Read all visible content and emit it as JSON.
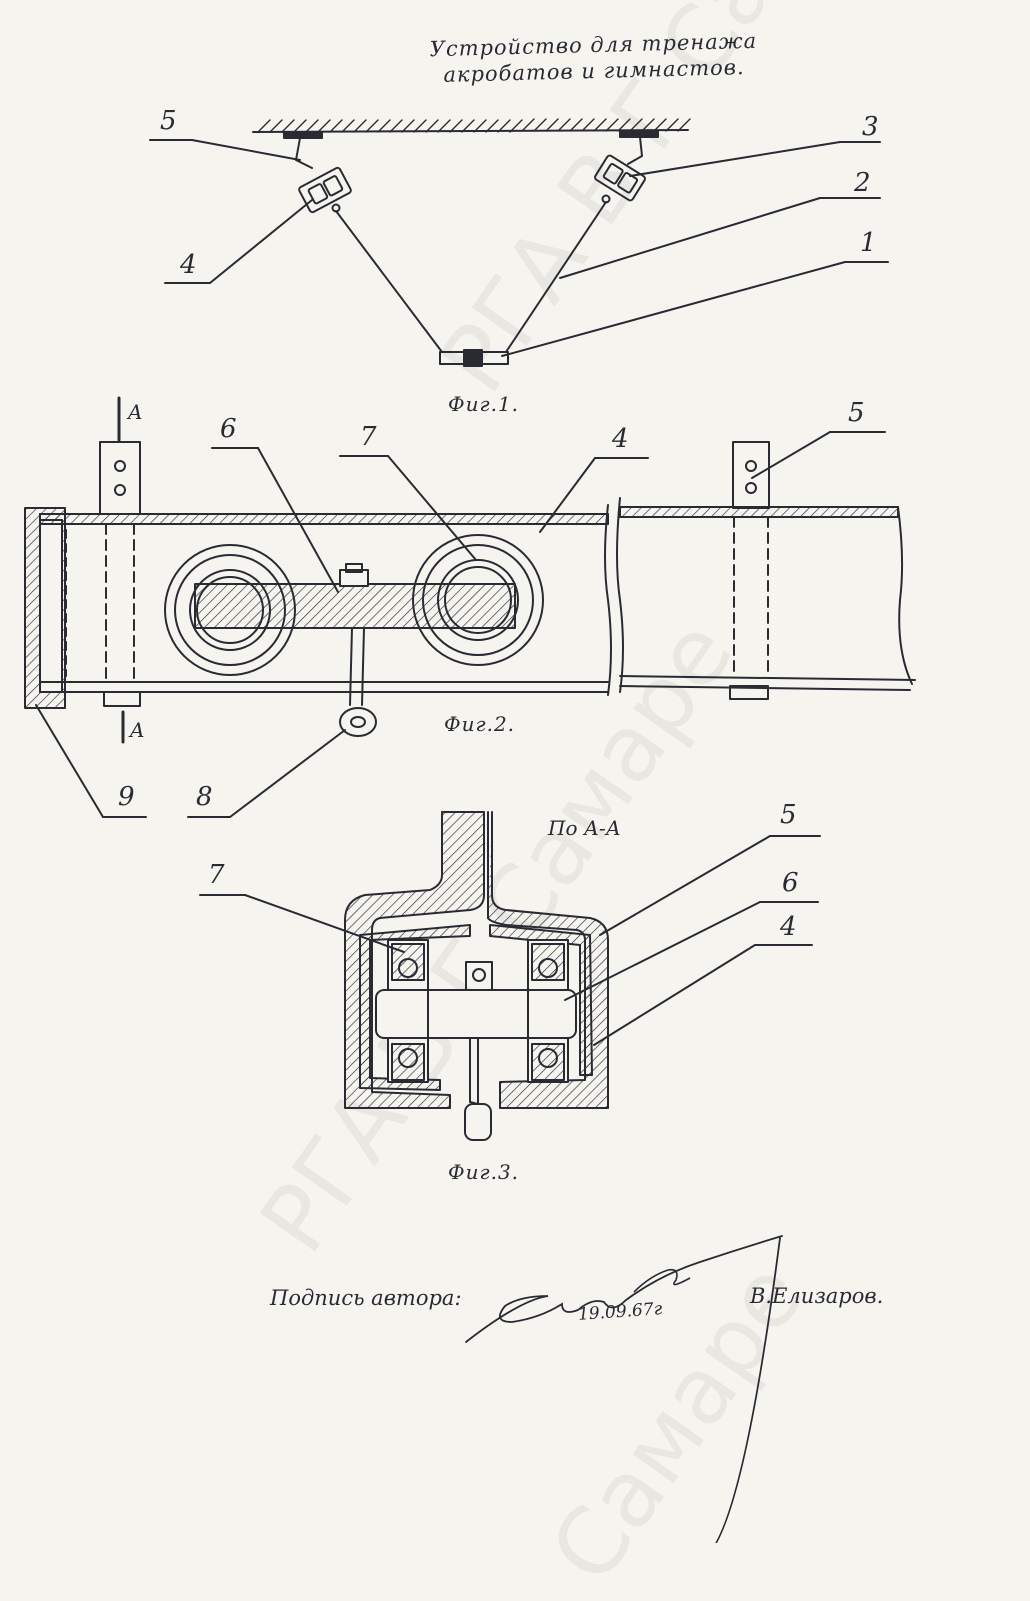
{
  "title": {
    "line1": "Устройство для тренажа",
    "line2": "акробатов и гимнастов."
  },
  "figures": {
    "fig1": "Фиг.1.",
    "fig2": "Фиг.2.",
    "fig3": "Фиг.3."
  },
  "fig1_labels": [
    "5",
    "4",
    "3",
    "2",
    "1"
  ],
  "fig2_labels": [
    "6",
    "7",
    "4",
    "5",
    "9",
    "8"
  ],
  "fig3_labels": [
    "7",
    "5",
    "6",
    "4"
  ],
  "section_marks": {
    "top": "A",
    "bottom": "A"
  },
  "section_title": "По А-А",
  "signature": {
    "label": "Подпись автора:",
    "date": "19.09.67г",
    "author": "В.Елизаров."
  },
  "watermark": [
    "РГА В Г Самаре",
    "РГА В Г Самаре",
    "Самаре"
  ],
  "colors": {
    "paper": "#f6f4ee",
    "ink": "#2a2a33",
    "watermark": "#969696"
  }
}
